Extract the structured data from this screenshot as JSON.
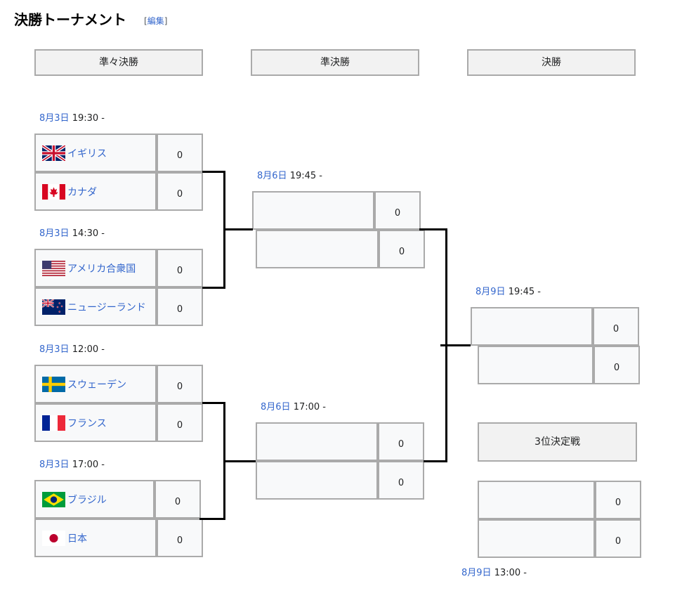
{
  "section": {
    "title": "決勝トーナメント",
    "edit_link": "編集",
    "edit_open": "[",
    "edit_close": "]"
  },
  "rounds": {
    "quarterfinal": "準々決勝",
    "semifinal": "準決勝",
    "final": "決勝",
    "third_place": "3位決定戦"
  },
  "quarterfinals": [
    {
      "date": "8月3日",
      "time": "19:30 -",
      "team1": {
        "name": "イギリス",
        "flag": "uk-flag-icon",
        "score": "0"
      },
      "team2": {
        "name": "カナダ",
        "flag": "canada-flag-icon",
        "score": "0"
      }
    },
    {
      "date": "8月3日",
      "time": "14:30 -",
      "team1": {
        "name": "アメリカ合衆国",
        "flag": "usa-flag-icon",
        "score": "0"
      },
      "team2": {
        "name": "ニュージーランド",
        "flag": "new-zealand-flag-icon",
        "score": "0"
      }
    },
    {
      "date": "8月3日",
      "time": "12:00 -",
      "team1": {
        "name": "スウェーデン",
        "flag": "sweden-flag-icon",
        "score": "0"
      },
      "team2": {
        "name": "フランス",
        "flag": "france-flag-icon",
        "score": "0"
      }
    },
    {
      "date": "8月3日",
      "time": "17:00 -",
      "team1": {
        "name": "ブラジル",
        "flag": "brazil-flag-icon",
        "score": "0"
      },
      "team2": {
        "name": "日本",
        "flag": "japan-flag-icon",
        "score": "0"
      }
    }
  ],
  "semifinals": [
    {
      "date": "8月6日",
      "time": "19:45 -",
      "team1": {
        "name": "",
        "score": "0"
      },
      "team2": {
        "name": "",
        "score": "0"
      }
    },
    {
      "date": "8月6日",
      "time": "17:00 -",
      "team1": {
        "name": "",
        "score": "0"
      },
      "team2": {
        "name": "",
        "score": "0"
      }
    }
  ],
  "final": {
    "date": "8月9日",
    "time": "19:45 -",
    "team1": {
      "name": "",
      "score": "0"
    },
    "team2": {
      "name": "",
      "score": "0"
    }
  },
  "third_place": {
    "date": "8月9日",
    "time": "13:00 -",
    "team1": {
      "name": "",
      "score": "0"
    },
    "team2": {
      "name": "",
      "score": "0"
    }
  }
}
